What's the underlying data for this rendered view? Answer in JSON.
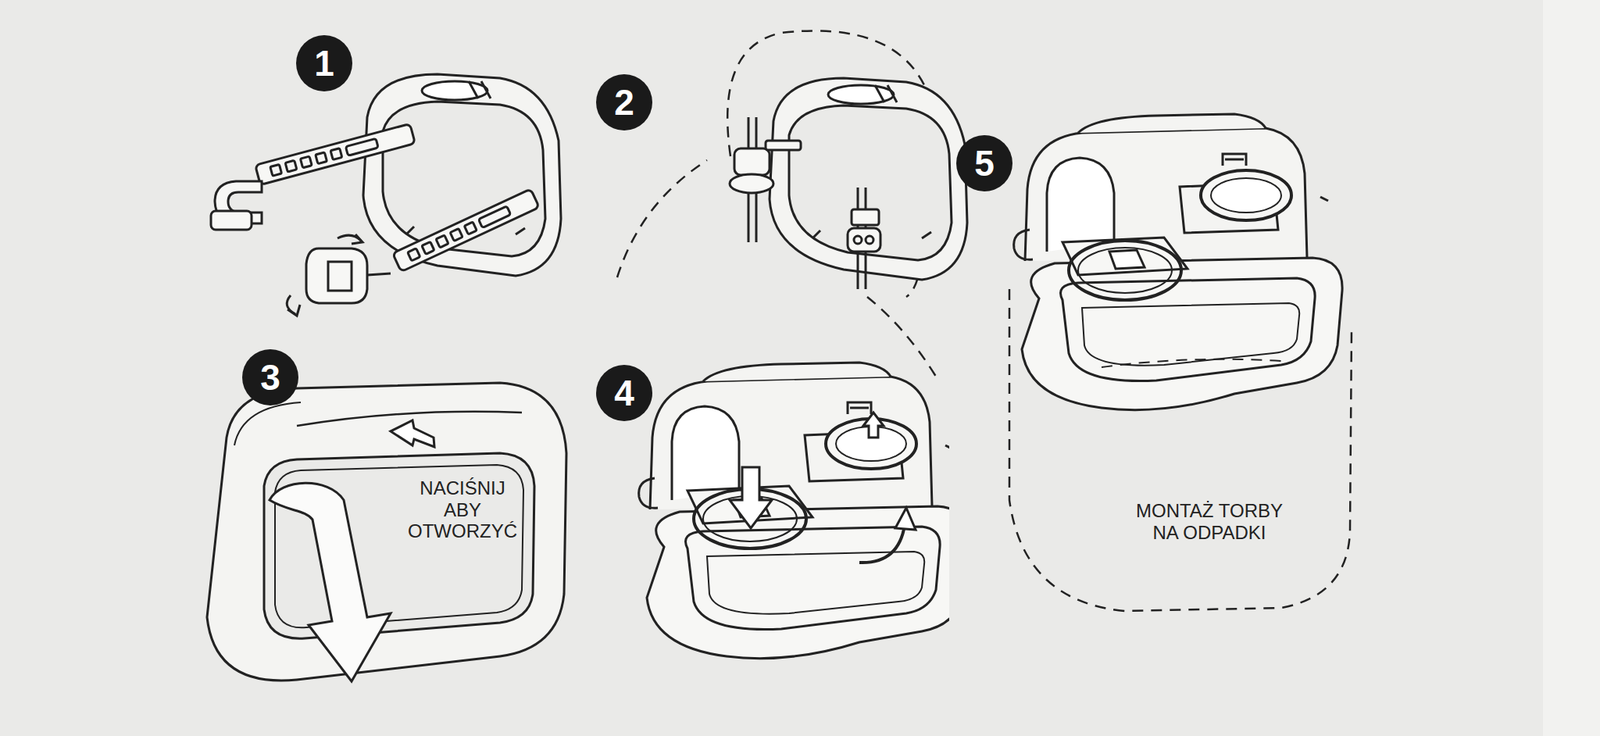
{
  "diagram": {
    "labels": [
      "1",
      "2",
      "5",
      "3",
      "NACIŚNIJ ABY OTWORZYĆ",
      "4",
      "MONTAŻ TORBY NA ODPADKI"
    ]
  }
}
